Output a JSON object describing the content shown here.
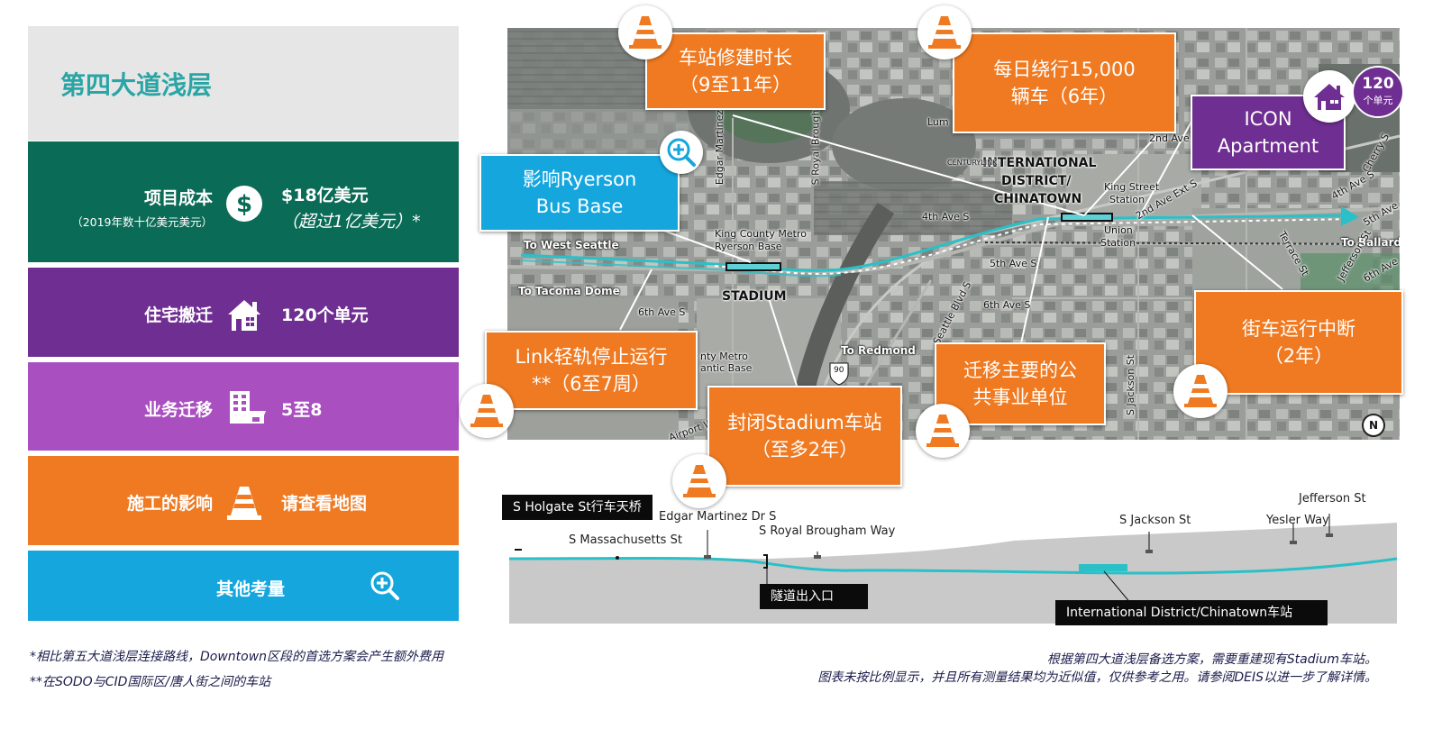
{
  "title": "第四大道浅层",
  "metrics": {
    "cost": {
      "label": "项目成本",
      "sublabel": "（2019年数十亿美元美元）",
      "value": "$18亿美元",
      "value_sub": "（超过1亿美元）*",
      "icon": "dollar-icon"
    },
    "residential": {
      "label": "住宅搬迁",
      "value": "120个单元",
      "icon": "house-icon"
    },
    "business": {
      "label": "业务迁移",
      "value": "5至8",
      "icon": "building-icon"
    },
    "construction": {
      "label": "施工的影响",
      "value": "请查看地图",
      "icon": "cone-icon"
    },
    "other": {
      "label": "其他考量",
      "icon": "zoom-in-icon"
    }
  },
  "colors": {
    "title_bg": "#e6e6e6",
    "title_text": "#2aa5a5",
    "cost": "#0a6b56",
    "residential": "#6f2e91",
    "business": "#a94fc0",
    "construction": "#ef7a22",
    "other": "#16a6de",
    "track": "#2ac0c8"
  },
  "footnotes": {
    "left_1": "*相比第五大道浅层连接路线，Downtown区段的首选方案会产生额外费用",
    "left_2": "**在SODO与CID国际区/唐人街之间的车站",
    "right_1": "根据第四大道浅层备选方案，需要重建现有Stadium车站。",
    "right_2": "图表未按比例显示，并且所有测量结果均为近似值，仅供参考之用。请参阅DEIS以进一步了解详情。"
  },
  "map": {
    "labels": {
      "to_west_seattle": "To West Seattle",
      "to_tacoma_dome": "To Tacoma Dome",
      "to_redmond": "To Redmond",
      "to_ballard": "To Ballard",
      "stadium": "STADIUM",
      "intl_district": "INTERNATIONAL",
      "intl_district_2": "DISTRICT/",
      "intl_district_3": "CHINATOWN",
      "king_county_metro": "King County Metro",
      "ryerson_base": "Ryerson Base",
      "atlantic_1": "nty Metro",
      "atlantic_2": "antic Base",
      "king_street": "King Street",
      "station": "Station",
      "union": "Union",
      "union_station": "Station",
      "fourth_ave": "4th Ave S",
      "fifth_ave": "5th Ave S",
      "sixth_ave": "6th Ave S",
      "sixth_ave_left": "6th Ave S",
      "seattle_blvd": "Seattle Blvd S",
      "airport_way": "Airport W",
      "edgar_martinez": "Edgar Martinez D",
      "royal_brougham": "S Royal Brough",
      "s_jackson": "S Jackson St",
      "second_ave_ext": "2nd Ave Ext S",
      "cherry": "Cherry S",
      "fourth_ave_s": "4th Ave S",
      "fifth_ave_r": "5th Ave",
      "jefferson": "Jefferson St",
      "terrace": "Terrace St",
      "sixth_ave_r": "6th Ave",
      "i90": "90",
      "n_marker": "N",
      "lumen": "Lum",
      "stadium_sign": "CENTURYLINK",
      "second_ave_s": "2nd Ave S"
    },
    "callouts": {
      "construction_duration": [
        "车站修建时长",
        "（9至11年）"
      ],
      "traffic_detour": [
        "每日绕行15,000",
        "辆车（6年）"
      ],
      "icon_apartment": [
        "ICON",
        "Apartment"
      ],
      "ryerson": [
        "影响Ryerson",
        "Bus Base"
      ],
      "link_stop": [
        "Link轻轨停止运行",
        "**（6至7周）"
      ],
      "stadium_close": [
        "封闭Stadium车站",
        "（至多2年）"
      ],
      "utilities": [
        "迁移主要的公",
        "共事业单位"
      ],
      "streetcar": [
        "街车运行中断",
        "（2年）"
      ]
    },
    "units_badge": {
      "value": "120",
      "unit": "个单元"
    }
  },
  "profile": {
    "tags": {
      "holgate": "S Holgate St行车天桥",
      "tunnel": "隧道出入口",
      "id_station": "International District/Chinatown车站"
    },
    "labels": {
      "massachusetts": "S Massachusetts St",
      "edgar": "Edgar Martinez Dr S",
      "royal": "S Royal Brougham Way",
      "jackson": "S Jackson St",
      "yesler": "Yesler Way",
      "jefferson": "Jefferson St"
    }
  }
}
